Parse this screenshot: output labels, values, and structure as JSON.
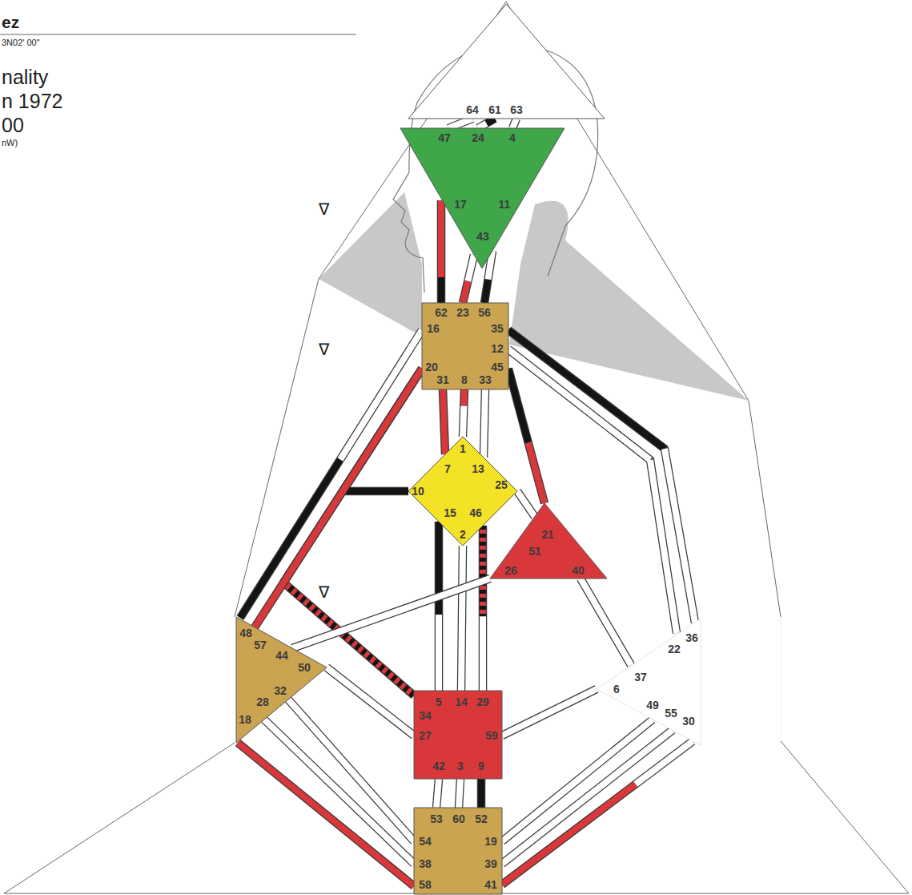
{
  "diagram": {
    "nodes": [
      {
        "text": [
          "64",
          "61",
          "63"
        ]
      },
      {
        "text": [
          "47",
          "24",
          "4",
          "17",
          "11",
          "43"
        ]
      },
      {
        "text": [
          "62",
          "23",
          "56",
          "16",
          "35",
          "12",
          "20",
          "45",
          "31",
          "8",
          "33"
        ]
      },
      {
        "text": [
          "1",
          "7",
          "13",
          "10",
          "25",
          "15",
          "46",
          "2"
        ]
      },
      {
        "text": [
          "21",
          "51",
          "26",
          "40"
        ]
      },
      {
        "text": [
          "48",
          "57",
          "44",
          "50",
          "32",
          "28",
          "18"
        ]
      },
      {
        "text": [
          "5",
          "14",
          "29",
          "34",
          "27",
          "59",
          "42",
          "3",
          "9"
        ]
      },
      {
        "text": [
          "36",
          "22",
          "37",
          "6",
          "49",
          "55",
          "30"
        ]
      },
      {
        "text": [
          "53",
          "60",
          "52",
          "54",
          "19",
          "38",
          "39",
          "58",
          "41"
        ]
      }
    ],
    "edges": [
      {
        "from": 0,
        "to": 1,
        "arrow": "none"
      },
      {
        "from": 0,
        "to": 1,
        "arrow": "none"
      },
      {
        "from": 0,
        "to": 1,
        "arrow": "none"
      },
      {
        "from": 1,
        "to": 2,
        "arrow": "none"
      },
      {
        "from": 1,
        "to": 2,
        "arrow": "none"
      },
      {
        "from": 1,
        "to": 2,
        "arrow": "none"
      },
      {
        "from": 2,
        "to": 3,
        "arrow": "none"
      },
      {
        "from": 2,
        "to": 3,
        "arrow": "none"
      },
      {
        "from": 2,
        "to": 3,
        "arrow": "none"
      },
      {
        "from": 2,
        "to": 5,
        "arrow": "none"
      },
      {
        "from": 2,
        "to": 6,
        "arrow": "none"
      },
      {
        "from": 3,
        "to": 2,
        "arrow": "none"
      },
      {
        "from": 2,
        "to": 5,
        "arrow": "none"
      },
      {
        "from": 2,
        "to": 4,
        "arrow": "none"
      },
      {
        "from": 2,
        "to": 7,
        "arrow": "none"
      },
      {
        "from": 2,
        "to": 7,
        "arrow": "none"
      },
      {
        "from": 3,
        "to": 6,
        "arrow": "none"
      },
      {
        "from": 3,
        "to": 6,
        "arrow": "none"
      },
      {
        "from": 3,
        "to": 6,
        "arrow": "none"
      },
      {
        "from": 3,
        "to": 4,
        "arrow": "none"
      },
      {
        "from": 4,
        "to": 5,
        "arrow": "none"
      },
      {
        "from": 4,
        "to": 7,
        "arrow": "none"
      },
      {
        "from": 6,
        "to": 5,
        "arrow": "none"
      },
      {
        "from": 6,
        "to": 7,
        "arrow": "none"
      },
      {
        "from": 6,
        "to": 8,
        "arrow": "none"
      },
      {
        "from": 6,
        "to": 8,
        "arrow": "none"
      },
      {
        "from": 6,
        "to": 8,
        "arrow": "none"
      },
      {
        "from": 5,
        "to": 8,
        "arrow": "none"
      },
      {
        "from": 5,
        "to": 8,
        "arrow": "none"
      },
      {
        "from": 5,
        "to": 8,
        "arrow": "none"
      },
      {
        "from": 7,
        "to": 8,
        "arrow": "none"
      },
      {
        "from": 7,
        "to": 8,
        "arrow": "none"
      },
      {
        "from": 7,
        "to": 8,
        "arrow": "none"
      }
    ],
    "labels": [
      "ez",
      "3N02' 00\"",
      "nality",
      "n 1972",
      "00",
      "nW)",
      "∇",
      "∇",
      "∇"
    ]
  }
}
